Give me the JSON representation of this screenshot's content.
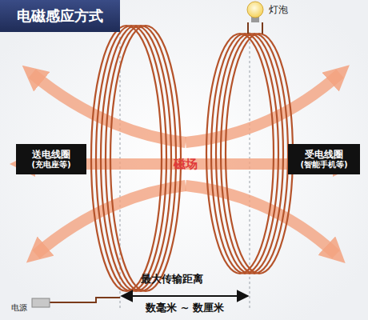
{
  "diagram": {
    "nodes": [
      {
        "text": [
          "电磁感应方式"
        ]
      },
      {
        "text": [
          "送电线圈",
          "(充电座等)"
        ]
      },
      {
        "text": [
          "受电线圈",
          "(智能手机等)"
        ]
      }
    ],
    "labels": [
      "灯泡",
      "磁场",
      "电源",
      "最大传输距离",
      "数毫米 ~ 数厘米"
    ]
  }
}
